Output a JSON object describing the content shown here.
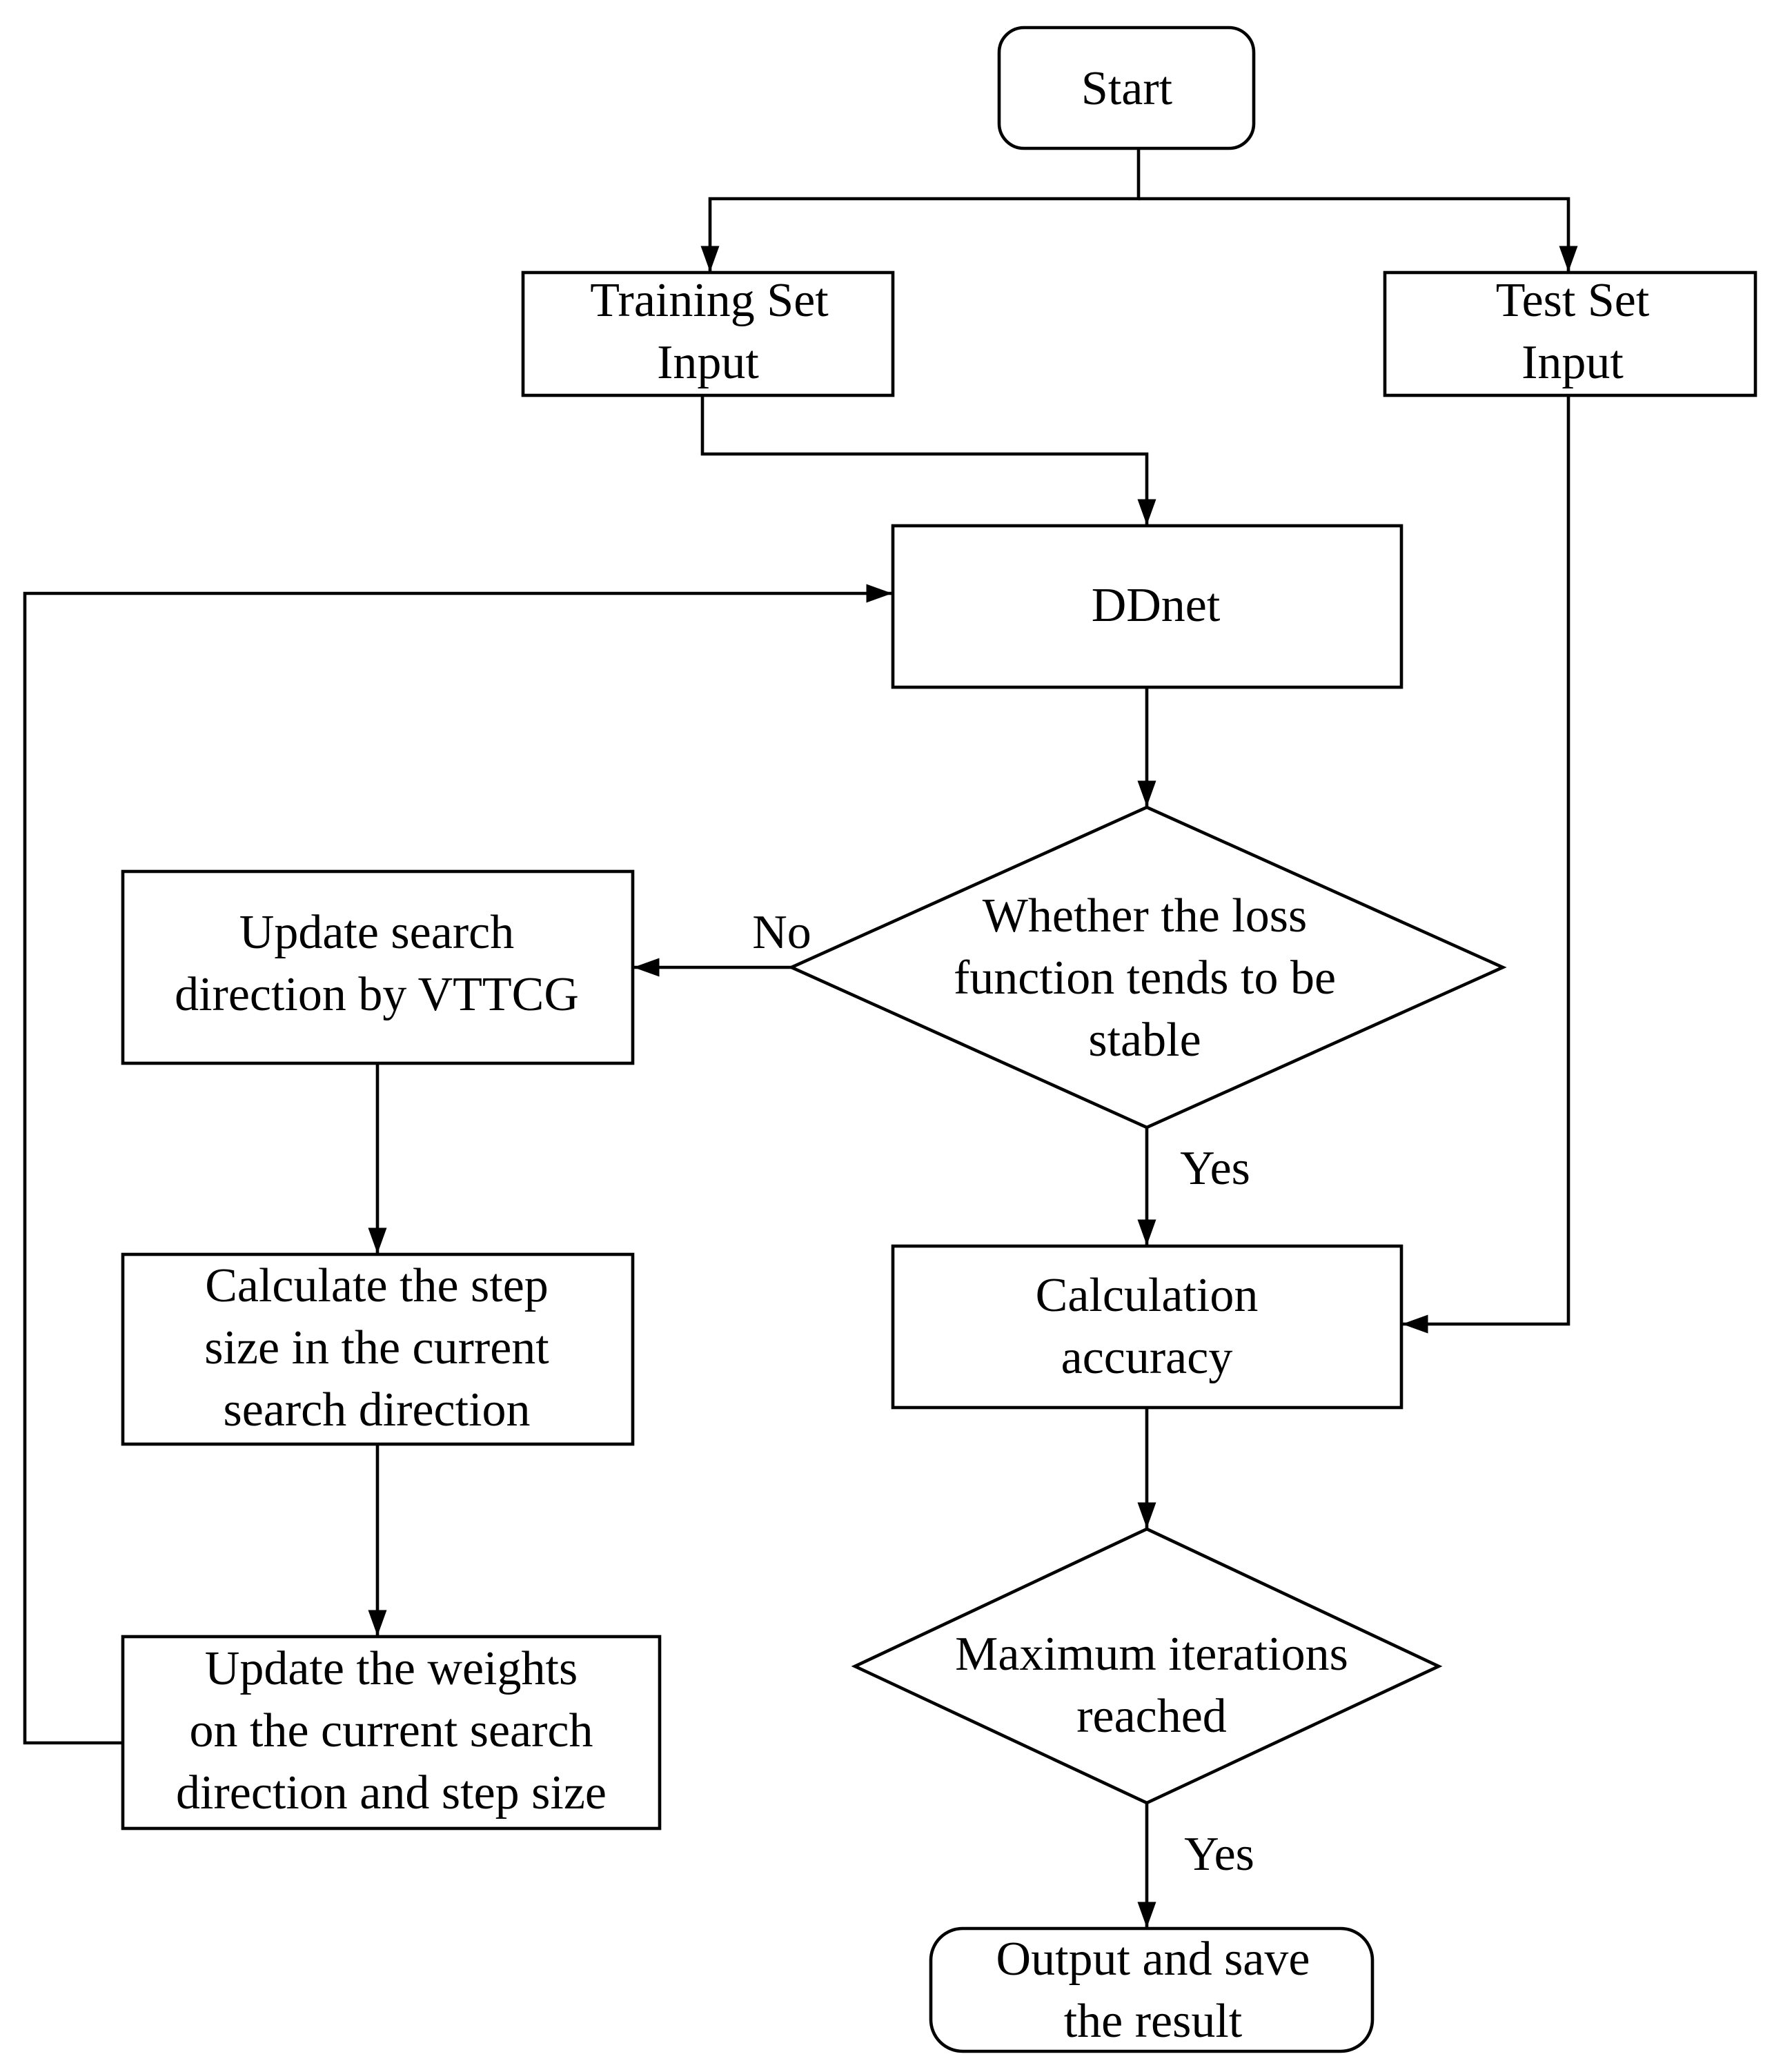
{
  "nodes": {
    "start": "Start",
    "training_set": [
      "Training Set",
      "Input"
    ],
    "test_set": [
      "Test Set",
      "Input"
    ],
    "ddnet": "DDnet",
    "loss_decision": [
      "Whether the loss",
      "function tends to be",
      "stable"
    ],
    "update_direction": [
      "Update search",
      "direction by VTTCG"
    ],
    "step_size": [
      "Calculate the step",
      "size in the current",
      "search direction"
    ],
    "update_weights": [
      "Update the weights",
      "on the current search",
      "direction and step size"
    ],
    "calc_accuracy": [
      "Calculation",
      "accuracy"
    ],
    "max_iterations": [
      "Maximum iterations",
      "reached"
    ],
    "output": [
      "Output and save",
      "the result"
    ]
  },
  "edge_labels": {
    "loss_no": "No",
    "loss_yes": "Yes",
    "iterations_yes": "Yes"
  }
}
